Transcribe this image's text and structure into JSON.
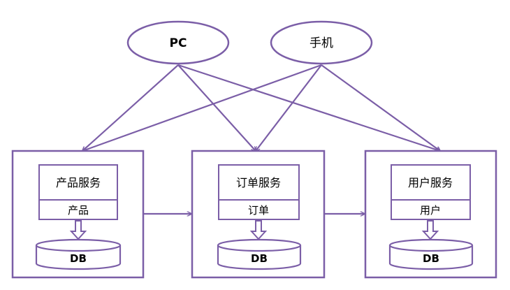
{
  "colors": {
    "stroke": "#7b5ea7",
    "background": "#ffffff",
    "text": "#000000"
  },
  "clients": [
    {
      "label": "PC"
    },
    {
      "label": "手机"
    }
  ],
  "services": [
    {
      "name": "产品服务",
      "entity": "产品",
      "db": "DB"
    },
    {
      "name": "订单服务",
      "entity": "订单",
      "db": "DB"
    },
    {
      "name": "用户服务",
      "entity": "用户",
      "db": "DB"
    }
  ]
}
